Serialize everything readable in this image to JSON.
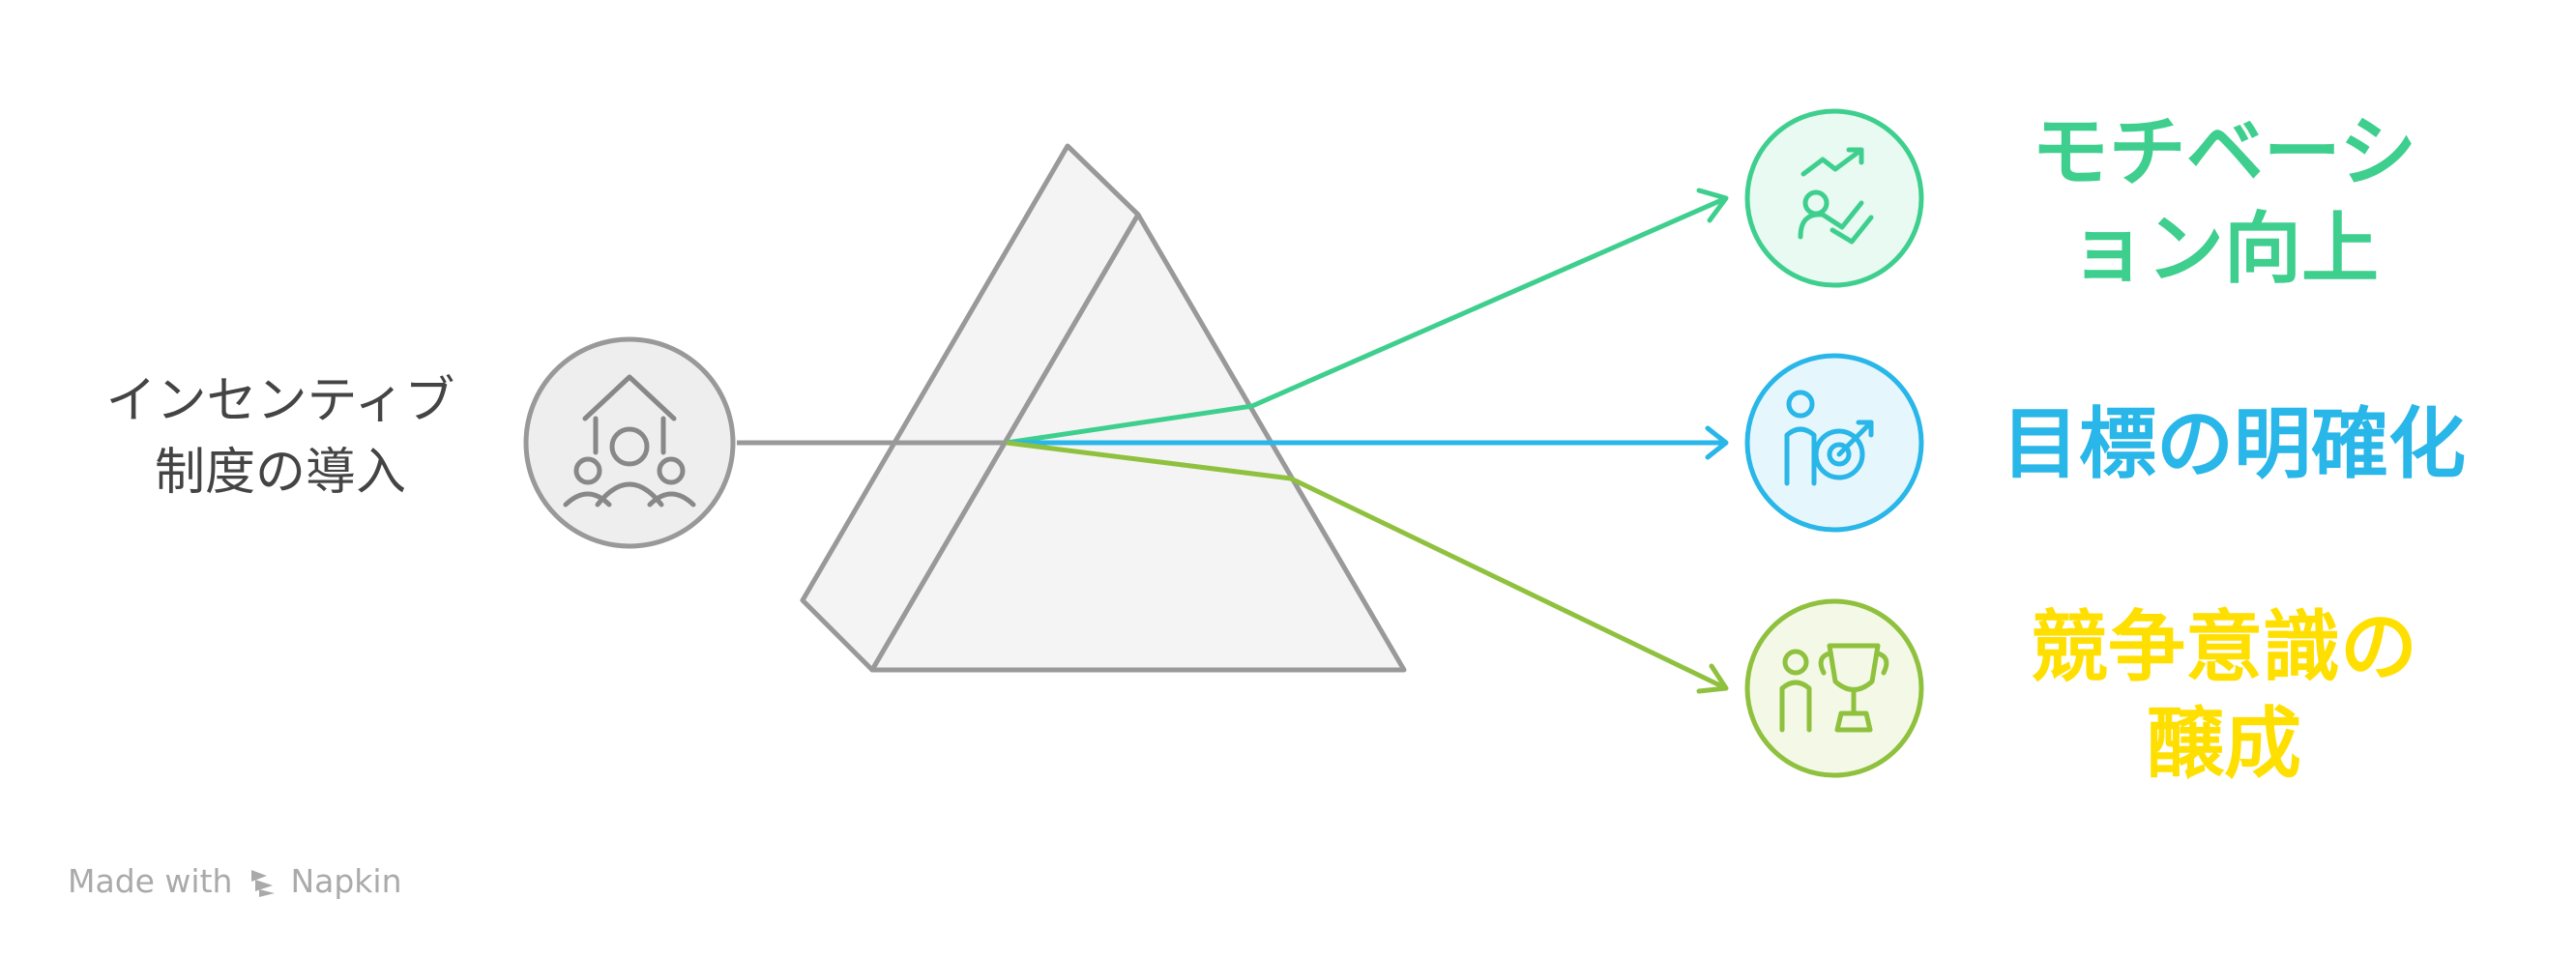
{
  "source": {
    "label_line1": "インセンティブ",
    "label_line2": "制度の導入",
    "icon": "team-growth-icon"
  },
  "outputs": [
    {
      "line1": "モチベーシ",
      "line2": "ョン向上",
      "color": "#3ecf8e",
      "icon": "motivation-icon"
    },
    {
      "line1": "目標の明確化",
      "line2": "",
      "color": "#29b6e8",
      "icon": "target-person-icon"
    },
    {
      "line1": "競争意識の",
      "line2": "醸成",
      "color": "#ffdf00",
      "icon": "trophy-person-icon"
    }
  ],
  "colors": {
    "prism_fill": "#f4f4f4",
    "prism_stroke": "#999999",
    "green": "#3ecf8e",
    "blue": "#29b6e8",
    "yellow_green": "#8fc13e",
    "yellow": "#ffdf00"
  },
  "footer": {
    "made_with": "Made with",
    "brand": "Napkin"
  }
}
